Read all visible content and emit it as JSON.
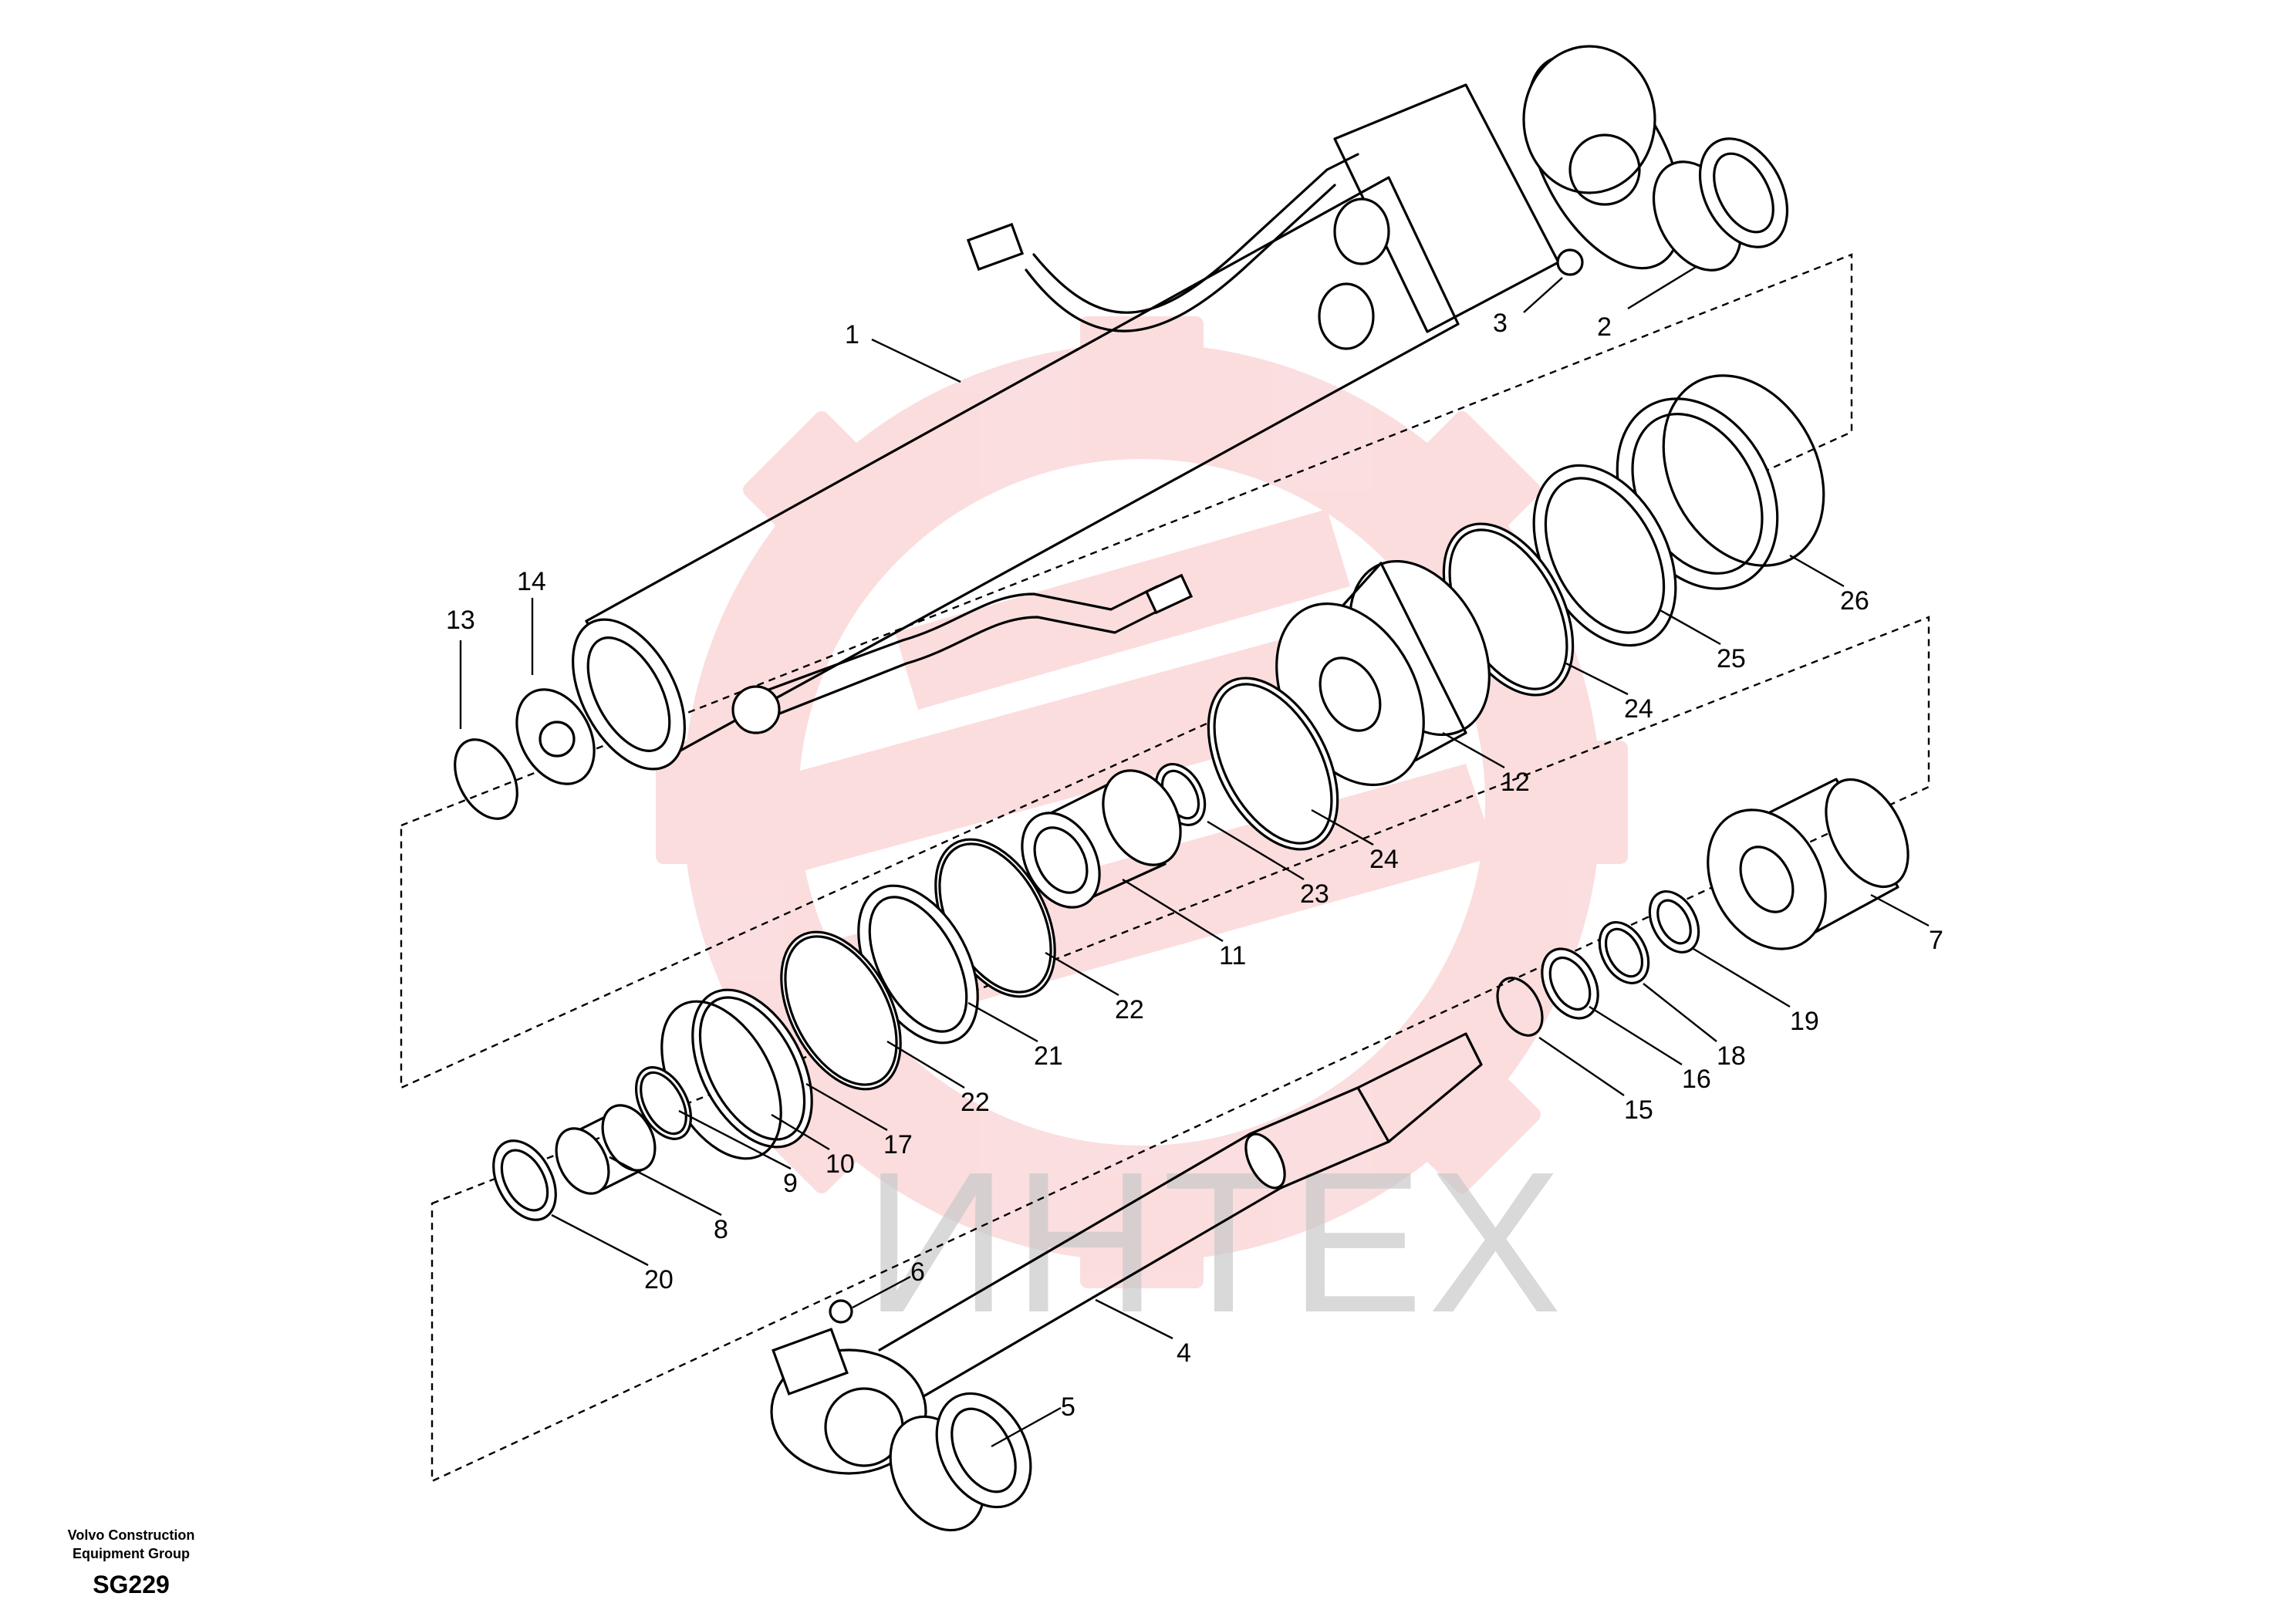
{
  "diagram": {
    "footer": {
      "company_line1": "Volvo Construction",
      "company_line2": "Equipment Group",
      "code": "SG229"
    },
    "watermark": {
      "text": "ИНТЕХ",
      "logo_color": "#e8313a",
      "text_color": "#c9c9c9"
    },
    "callouts": [
      "1",
      "2",
      "3",
      "4",
      "5",
      "6",
      "7",
      "8",
      "9",
      "10",
      "11",
      "12",
      "13",
      "14",
      "15",
      "16",
      "17",
      "18",
      "19",
      "20",
      "21",
      "22",
      "22",
      "23",
      "24",
      "24",
      "25",
      "26"
    ]
  }
}
